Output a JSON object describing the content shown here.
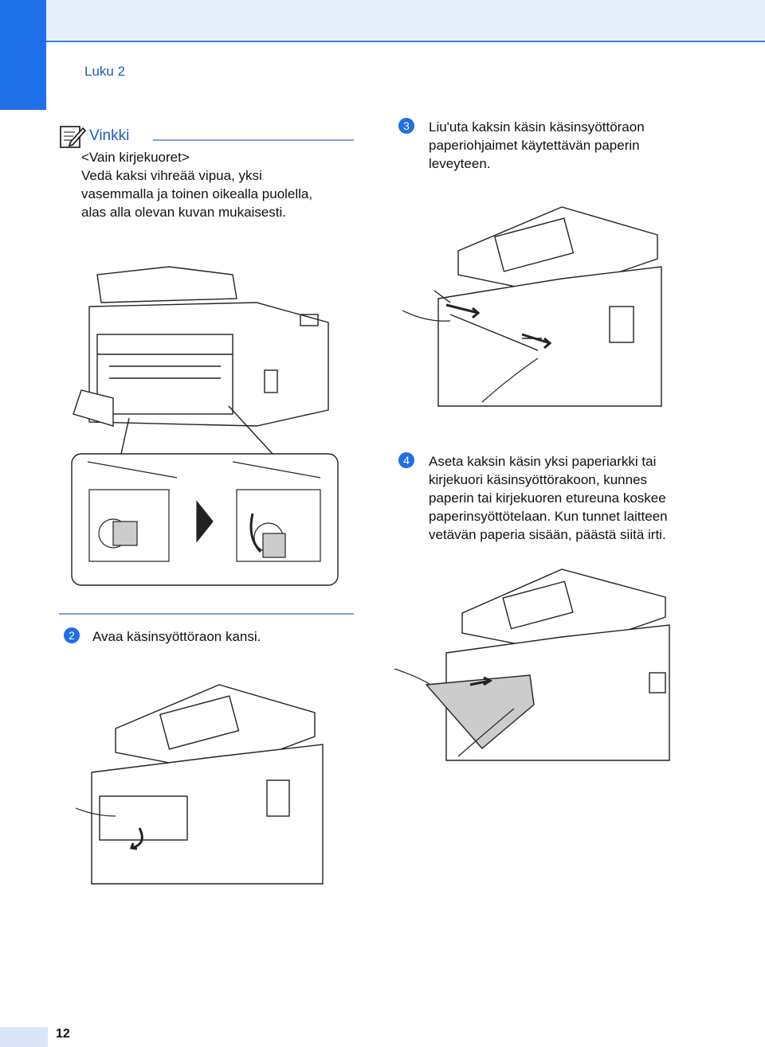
{
  "header": {
    "chapter": "Luku 2"
  },
  "note": {
    "title": "Vinkki",
    "lines": [
      "<Vain kirjekuoret>",
      "Vedä kaksi vihreää vipua, yksi",
      "vasemmalla ja toinen oikealla puolella,",
      "alas alla olevan kuvan mukaisesti."
    ]
  },
  "steps": [
    {
      "number": "2",
      "lines": [
        "Avaa käsinsyöttöraon kansi."
      ]
    },
    {
      "number": "3",
      "lines": [
        "Liu'uta kaksin käsin käsinsyöttöraon",
        "paperiohjaimet käytettävän paperin",
        "leveyteen."
      ]
    },
    {
      "number": "4",
      "lines": [
        "Aseta kaksin käsin yksi paperiarkki tai",
        "kirjekuori käsinsyöttörakoon, kunnes",
        "paperin tai kirjekuoren etureuna koskee",
        "paperinsyöttötelaan. Kun tunnet laitteen",
        "vetävän paperia sisään, päästä siitä irti."
      ]
    }
  ],
  "footer": {
    "page_number": "12"
  },
  "icons": [
    "note-pencil-icon"
  ],
  "colors": {
    "accent": "#1f6fe8",
    "header_band": "#e6eef9"
  }
}
